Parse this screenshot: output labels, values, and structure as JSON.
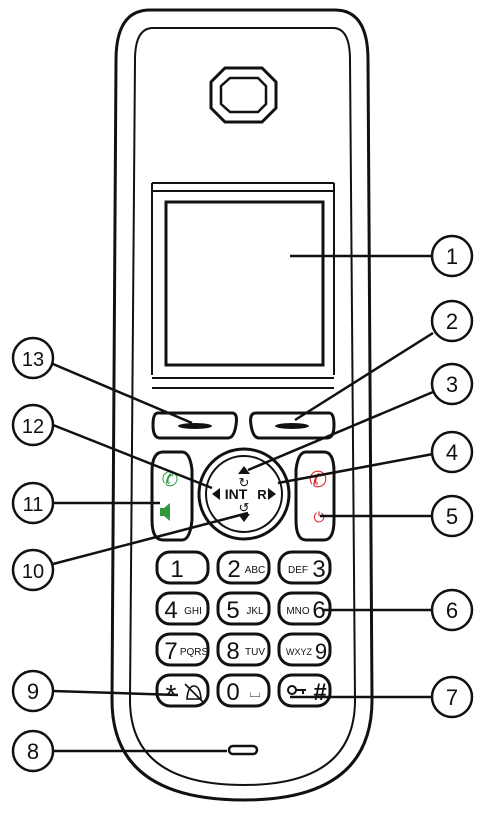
{
  "callouts": [
    "1",
    "2",
    "3",
    "4",
    "5",
    "6",
    "7",
    "8",
    "9",
    "10",
    "11",
    "12",
    "13"
  ],
  "keys": {
    "k1": {
      "digit": "1",
      "letters": ""
    },
    "k2": {
      "digit": "2",
      "letters": "ABC"
    },
    "k3": {
      "digit": "3",
      "letters": "DEF"
    },
    "k4": {
      "digit": "4",
      "letters": "GHI"
    },
    "k5": {
      "digit": "5",
      "letters": "JKL"
    },
    "k6": {
      "digit": "6",
      "letters": "MNO"
    },
    "k7": {
      "digit": "7",
      "letters": "PQRS"
    },
    "k8": {
      "digit": "8",
      "letters": "TUV"
    },
    "k9": {
      "digit": "9",
      "letters": "WXYZ"
    },
    "k0": {
      "digit": "0",
      "letters": "⌴"
    },
    "star": {
      "digit": "*",
      "letters": ""
    },
    "hash": {
      "digit": "#",
      "letters": ""
    }
  },
  "nav": {
    "center_label": "INT",
    "right_label": "R"
  },
  "colors": {
    "outline": "#111111",
    "call_green": "#2e9a3c",
    "end_red": "#e0262b"
  }
}
